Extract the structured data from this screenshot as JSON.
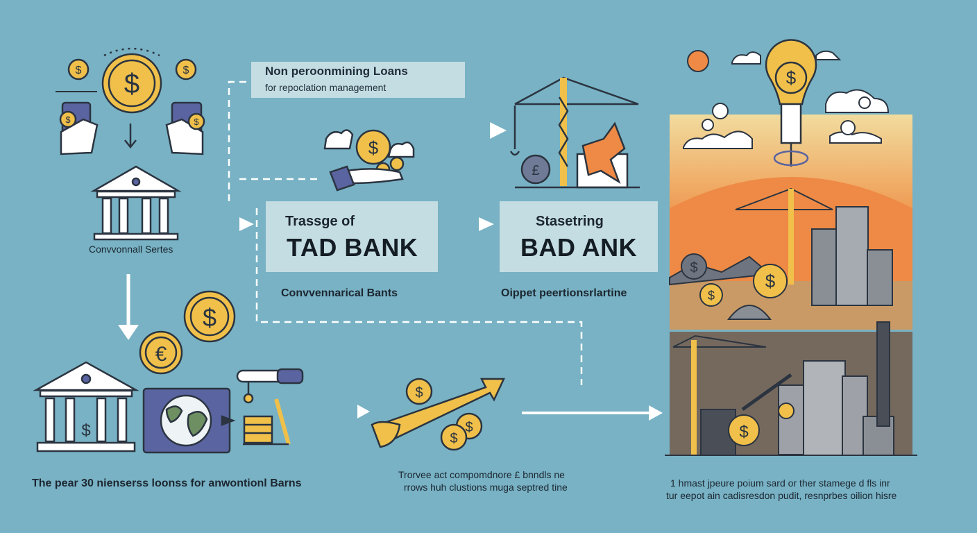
{
  "note": {
    "title": "Non peroonmining Loans",
    "subtitle": "for repoclation management"
  },
  "panels": [
    {
      "small": "Trassge of",
      "big": "TAD BANK"
    },
    {
      "small": "Stasetring",
      "big": "BAD ANK"
    }
  ],
  "captions": {
    "conventional_label": "Convvonnall Sertes",
    "panel1_caption": "Convvennarical Bants",
    "panel2_caption": "Oippet peertionsrlartine",
    "bottom_left": "The pear 30 nienserss loonss for anwontionl Barns",
    "bottom_mid_line1": "Trorvee act compomdnore £ bnndls ne",
    "bottom_mid_line2": "rrows huh clustions muga septred  tine",
    "bottom_right_line1": "1 hmast jpeure poium sard or ther stamege d fls inr",
    "bottom_right_line2": "tur eepot ain cadisresdon pudit, resnprbes oilion hisre"
  },
  "icons": {
    "dollar": "$",
    "euro": "€",
    "pound": "£"
  },
  "colors": {
    "background": "#78b2c4",
    "panel": "#c4dde2",
    "coin": "#f0c04a",
    "outline": "#2b3440",
    "sunset_orange": "#ee8a45",
    "city_gray": "#8a8f96"
  }
}
